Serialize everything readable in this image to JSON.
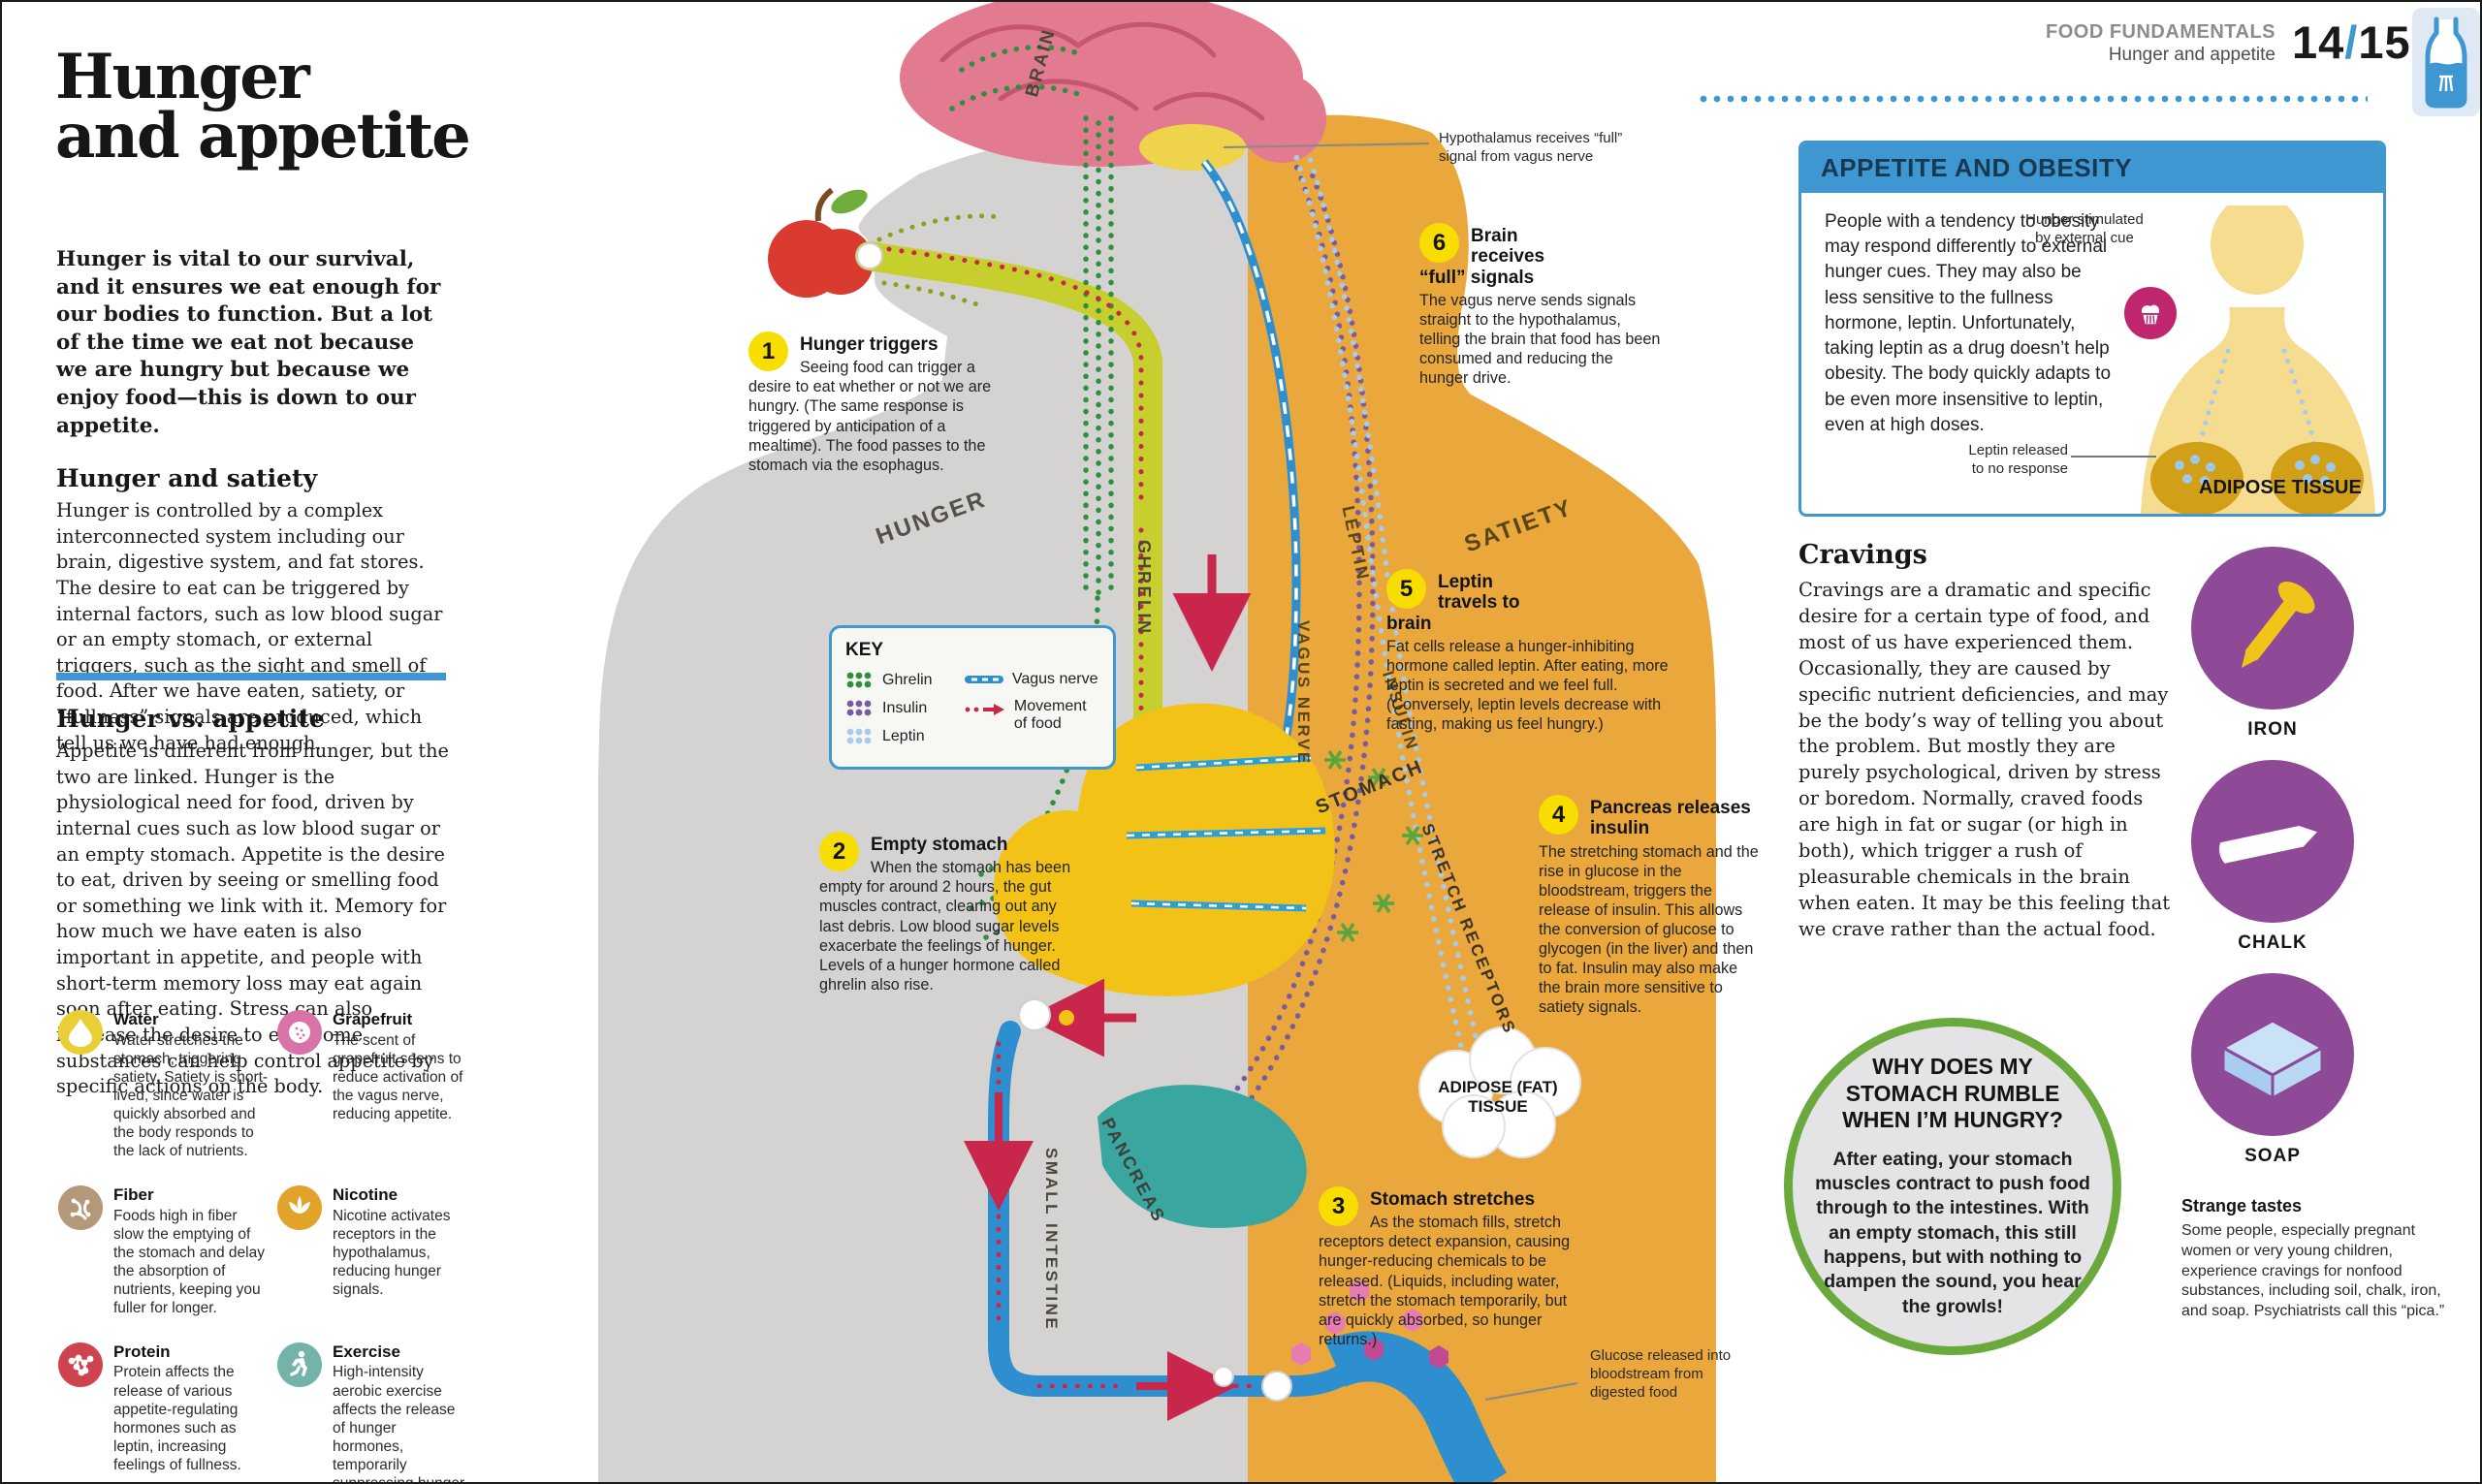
{
  "colors": {
    "accent_blue": "#3e97d1",
    "step_yellow": "#f8dd00",
    "purple": "#8e4a96",
    "ring_green": "#6aaa3c",
    "ghrelin_green": "#2e8f3e",
    "insulin_purple": "#7a5ba0",
    "leptin_blue": "#a9cbe8",
    "food_red": "#c8274b",
    "body_gold": "#e9a73c",
    "body_gray": "#d4d3d1",
    "stomach_yellow": "#f2c217"
  },
  "header": {
    "category": "FOOD FUNDAMENTALS",
    "topic": "Hunger and appetite",
    "page_num": "14",
    "page_sep": "/",
    "page_total": "15"
  },
  "intro": {
    "title_line1": "Hunger",
    "title_line2": "and appetite",
    "lead": "Hunger is vital to our survival, and it ensures we eat enough for our bodies to function. But a lot of the time we eat not because we are hungry but because we enjoy food—this is down to our appetite."
  },
  "sections": [
    {
      "heading": "Hunger and satiety",
      "body": "Hunger is controlled by a complex interconnected system including our brain, digestive system, and fat stores. The desire to eat can be triggered by internal factors, such as low blood sugar or an empty stomach, or external triggers, such as the sight and smell of food. After we have eaten, satiety, or “fullness” signals are produced, which tell us we have had enough."
    },
    {
      "heading": "Hunger vs. appetite",
      "body": "Appetite is different from hunger, but the two are linked. Hunger is the physiological need for food, driven by internal cues such as low blood sugar or an empty stomach. Appetite is the desire to eat, driven by seeing or smelling food or something we link with it. Memory for how much we have eaten is also important in appetite, and people with short-term memory loss may eat again soon after eating. Stress can also increase the desire to eat. Some substances can help control appetite by specific actions on the body."
    }
  ],
  "factors": [
    {
      "name": "Water",
      "text": "Water stretches the stomach, triggering satiety. Satiety is short-lived, since water is quickly absorbed and the body responds to the lack of nutrients.",
      "color": "#e9cf35"
    },
    {
      "name": "Grapefruit",
      "text": "The scent of grapefruit seems to reduce activation of the vagus nerve, reducing appetite.",
      "color": "#d873a8"
    },
    {
      "name": "Fiber",
      "text": "Foods high in fiber slow the emptying of the stomach and delay the absorption of nutrients, keeping you fuller for longer.",
      "color": "#b3987a"
    },
    {
      "name": "Nicotine",
      "text": "Nicotine activates receptors in the hypothalamus, reducing hunger signals.",
      "color": "#e2a32b"
    },
    {
      "name": "Protein",
      "text": "Protein affects the release of various appetite-regulating hormones such as leptin, increasing feelings of fullness.",
      "color": "#cf4350"
    },
    {
      "name": "Exercise",
      "text": "High-intensity aerobic exercise affects the release of hunger hormones, temporarily suppressing hunger.",
      "color": "#74b3aa"
    }
  ],
  "key": {
    "title": "KEY",
    "items": [
      {
        "label": "Ghrelin"
      },
      {
        "label": "Insulin"
      },
      {
        "label": "Leptin"
      },
      {
        "label": "Vagus nerve"
      },
      {
        "label": "Movement of food"
      }
    ]
  },
  "steps": [
    {
      "num": "1",
      "title": "Hunger triggers",
      "body": "Seeing food can trigger a desire to eat whether or not we are hungry. (The same response is triggered by anticipation of a mealtime). The food passes to the stomach via the esophagus."
    },
    {
      "num": "2",
      "title": "Empty stomach",
      "body": "When the stomach has been empty for around 2 hours, the gut muscles contract, clearing out any last debris. Low blood sugar levels exacerbate the feelings of hunger. Levels of a hunger hormone called ghrelin also rise."
    },
    {
      "num": "3",
      "title": "Stomach stretches",
      "body": "As the stomach fills, stretch receptors detect expansion, causing hunger-reducing chemicals to be released. (Liquids, including water, stretch the stomach temporarily, but are quickly absorbed, so hunger returns.)"
    },
    {
      "num": "4",
      "title": "Pancreas releases insulin",
      "body": "The stretching stomach and the rise in glucose in the bloodstream, triggers the release of insulin. This allows the conversion of glucose to glycogen (in the liver) and then to fat. Insulin may also make the brain more sensitive to satiety signals."
    },
    {
      "num": "5",
      "title": "Leptin travels to brain",
      "body": "Fat cells release a hunger-inhibiting hormone called leptin. After eating, more leptin is secreted and we feel full. (Conversely, leptin levels decrease with fasting, making us feel hungry.)"
    },
    {
      "num": "6",
      "title": "Brain receives “full” signals",
      "body": "The vagus nerve sends signals straight to the hypothalamus, telling the brain that food has been consumed and reducing the hunger drive."
    }
  ],
  "diagram_labels": {
    "brain": "BRAIN",
    "hunger": "HUNGER",
    "ghrelin": "GHRELIN",
    "satiety": "SATIETY",
    "leptin": "LEPTIN",
    "vagus": "VAGUS NERVE",
    "insulin": "INSULIN",
    "stomach": "STOMACH",
    "stretch": "STRETCH RECEPTORS",
    "adipose": "ADIPOSE (FAT) TISSUE",
    "pancreas": "PANCREAS",
    "intestine": "SMALL INTESTINE"
  },
  "callouts": {
    "hypothalamus": "Hypothalamus receives “full” signal from vagus nerve",
    "glucose": "Glucose released into bloodstream from digested food"
  },
  "obesity": {
    "title": "APPETITE AND OBESITY",
    "body": "People with a tendency to obesity may respond differently to external hunger cues. They may also be less sensitive to the fullness hormone, leptin. Unfortunately, taking leptin as a drug doesn’t help obesity. The body quickly adapts to be even more insensitive to leptin, even at high doses.",
    "label_cue": "Hunger stimulated by external cue",
    "label_leptin": "Leptin released to no response",
    "label_adipose": "ADIPOSE TISSUE"
  },
  "cravings": {
    "heading": "Cravings",
    "body": "Cravings are a dramatic and specific desire for a certain type of food, and most of us have experienced them. Occasionally, they are caused by specific nutrient deficiencies, and may be the body’s way of telling you about the problem. But mostly they are purely psychological, driven by stress or boredom. Normally, craved foods are high in fat or sugar (or high in both), which trigger a rush of pleasurable chemicals in the brain when eaten. It may be this feeling that we crave rather than the actual food.",
    "icons": [
      {
        "label": "IRON"
      },
      {
        "label": "CHALK"
      },
      {
        "label": "SOAP"
      }
    ]
  },
  "strange": {
    "heading": "Strange tastes",
    "body": "Some people, especially pregnant women or very young children, experience cravings for nonfood substances, including soil, chalk, iron, and soap. Psychiatrists call this “pica.”"
  },
  "rumble": {
    "question": "WHY DOES MY STOMACH RUMBLE WHEN I’M HUNGRY?",
    "answer": "After eating, your stomach muscles contract to push food through to the intestines. With an empty stomach, this still happens, but with nothing to dampen the sound, you hear the growls!"
  }
}
